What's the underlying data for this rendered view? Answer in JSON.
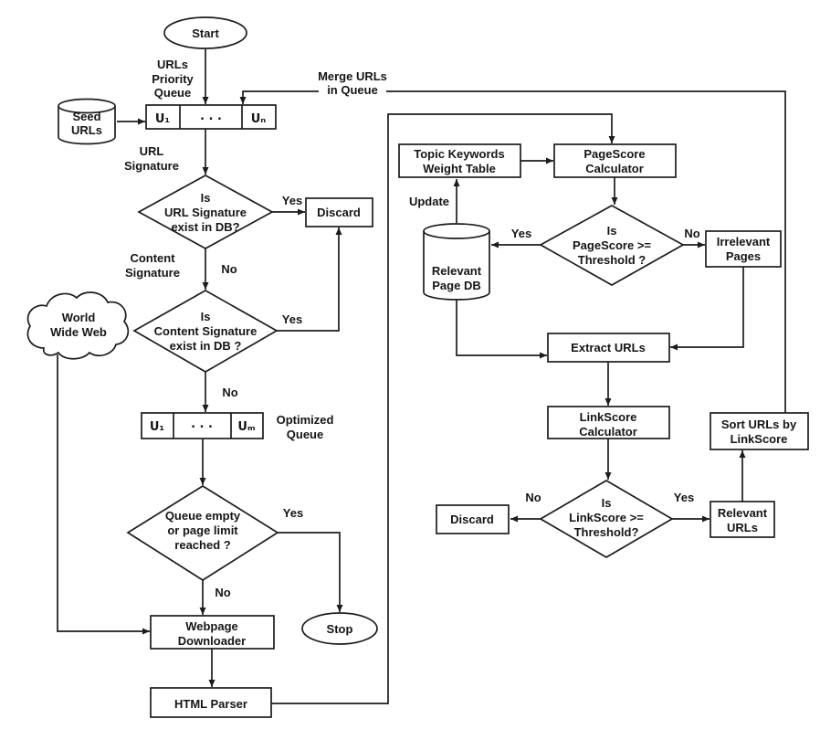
{
  "nodes": {
    "start": {
      "label": "Start"
    },
    "stop": {
      "label": "Stop"
    },
    "seed_urls": {
      "line1": "Seed",
      "line2": "URLs"
    },
    "priority_queue": {
      "first": "U₁",
      "dots": ". . .",
      "last": "Uₙ"
    },
    "optimized_queue_box": {
      "first": "U₁",
      "dots": ". . .",
      "last": "Uₘ"
    },
    "diamond_url_signature": {
      "line1": "Is",
      "line2": "URL Signature",
      "line3": "exist in DB?"
    },
    "discard_left": {
      "label": "Discard"
    },
    "diamond_content_signature": {
      "line1": "Is",
      "line2": "Content Signature",
      "line3": "exist in DB ?"
    },
    "world_wide_web": {
      "line1": "World",
      "line2": "Wide Web"
    },
    "diamond_queue_empty": {
      "line1": "Queue empty",
      "line2": "or page limit",
      "line3": "reached ?"
    },
    "webpage_downloader": {
      "line1": "Webpage",
      "line2": "Downloader"
    },
    "html_parser": {
      "label": "HTML Parser"
    },
    "topic_keywords_table": {
      "line1": "Topic Keywords",
      "line2": "Weight Table"
    },
    "pagescore_calculator": {
      "line1": "PageScore",
      "line2": "Calculator"
    },
    "diamond_pagescore": {
      "line1": "Is",
      "line2": "PageScore >=",
      "line3": "Threshold ?"
    },
    "relevant_page_db": {
      "line1": "Relevant",
      "line2": "Page DB"
    },
    "irrelevant_pages": {
      "line1": "Irrelevant",
      "line2": "Pages"
    },
    "extract_urls": {
      "label": "Extract URLs"
    },
    "linkscore_calculator": {
      "line1": "LinkScore",
      "line2": "Calculator"
    },
    "diamond_linkscore": {
      "line1": "Is",
      "line2": "LinkScore >=",
      "line3": "Threshold?"
    },
    "discard_right": {
      "label": "Discard"
    },
    "relevant_urls": {
      "line1": "Relevant",
      "line2": "URLs"
    },
    "sort_urls": {
      "line1": "Sort URLs by",
      "line2": "LinkScore"
    }
  },
  "labels": {
    "urls_priority_queue": {
      "line1": "URLs",
      "line2": "Priority",
      "line3": "Queue"
    },
    "url_signature": {
      "line1": "URL",
      "line2": "Signature"
    },
    "content_signature": {
      "line1": "Content",
      "line2": "Signature"
    },
    "optimized_queue": {
      "line1": "Optimized",
      "line2": "Queue"
    },
    "merge_urls": {
      "line1": "Merge URLs",
      "line2": "in Queue"
    },
    "update": "Update",
    "yes_url_signature": "Yes",
    "no_url_signature": "No",
    "yes_content_signature": "Yes",
    "no_content_signature": "No",
    "yes_queue_empty": "Yes",
    "no_queue_empty": "No",
    "yes_pagescore": "Yes",
    "no_pagescore": "No",
    "yes_linkscore": "Yes",
    "no_linkscore": "No"
  },
  "colors": {
    "line": "#1c1c1c",
    "text": "#151515",
    "background": "#ffffff"
  }
}
